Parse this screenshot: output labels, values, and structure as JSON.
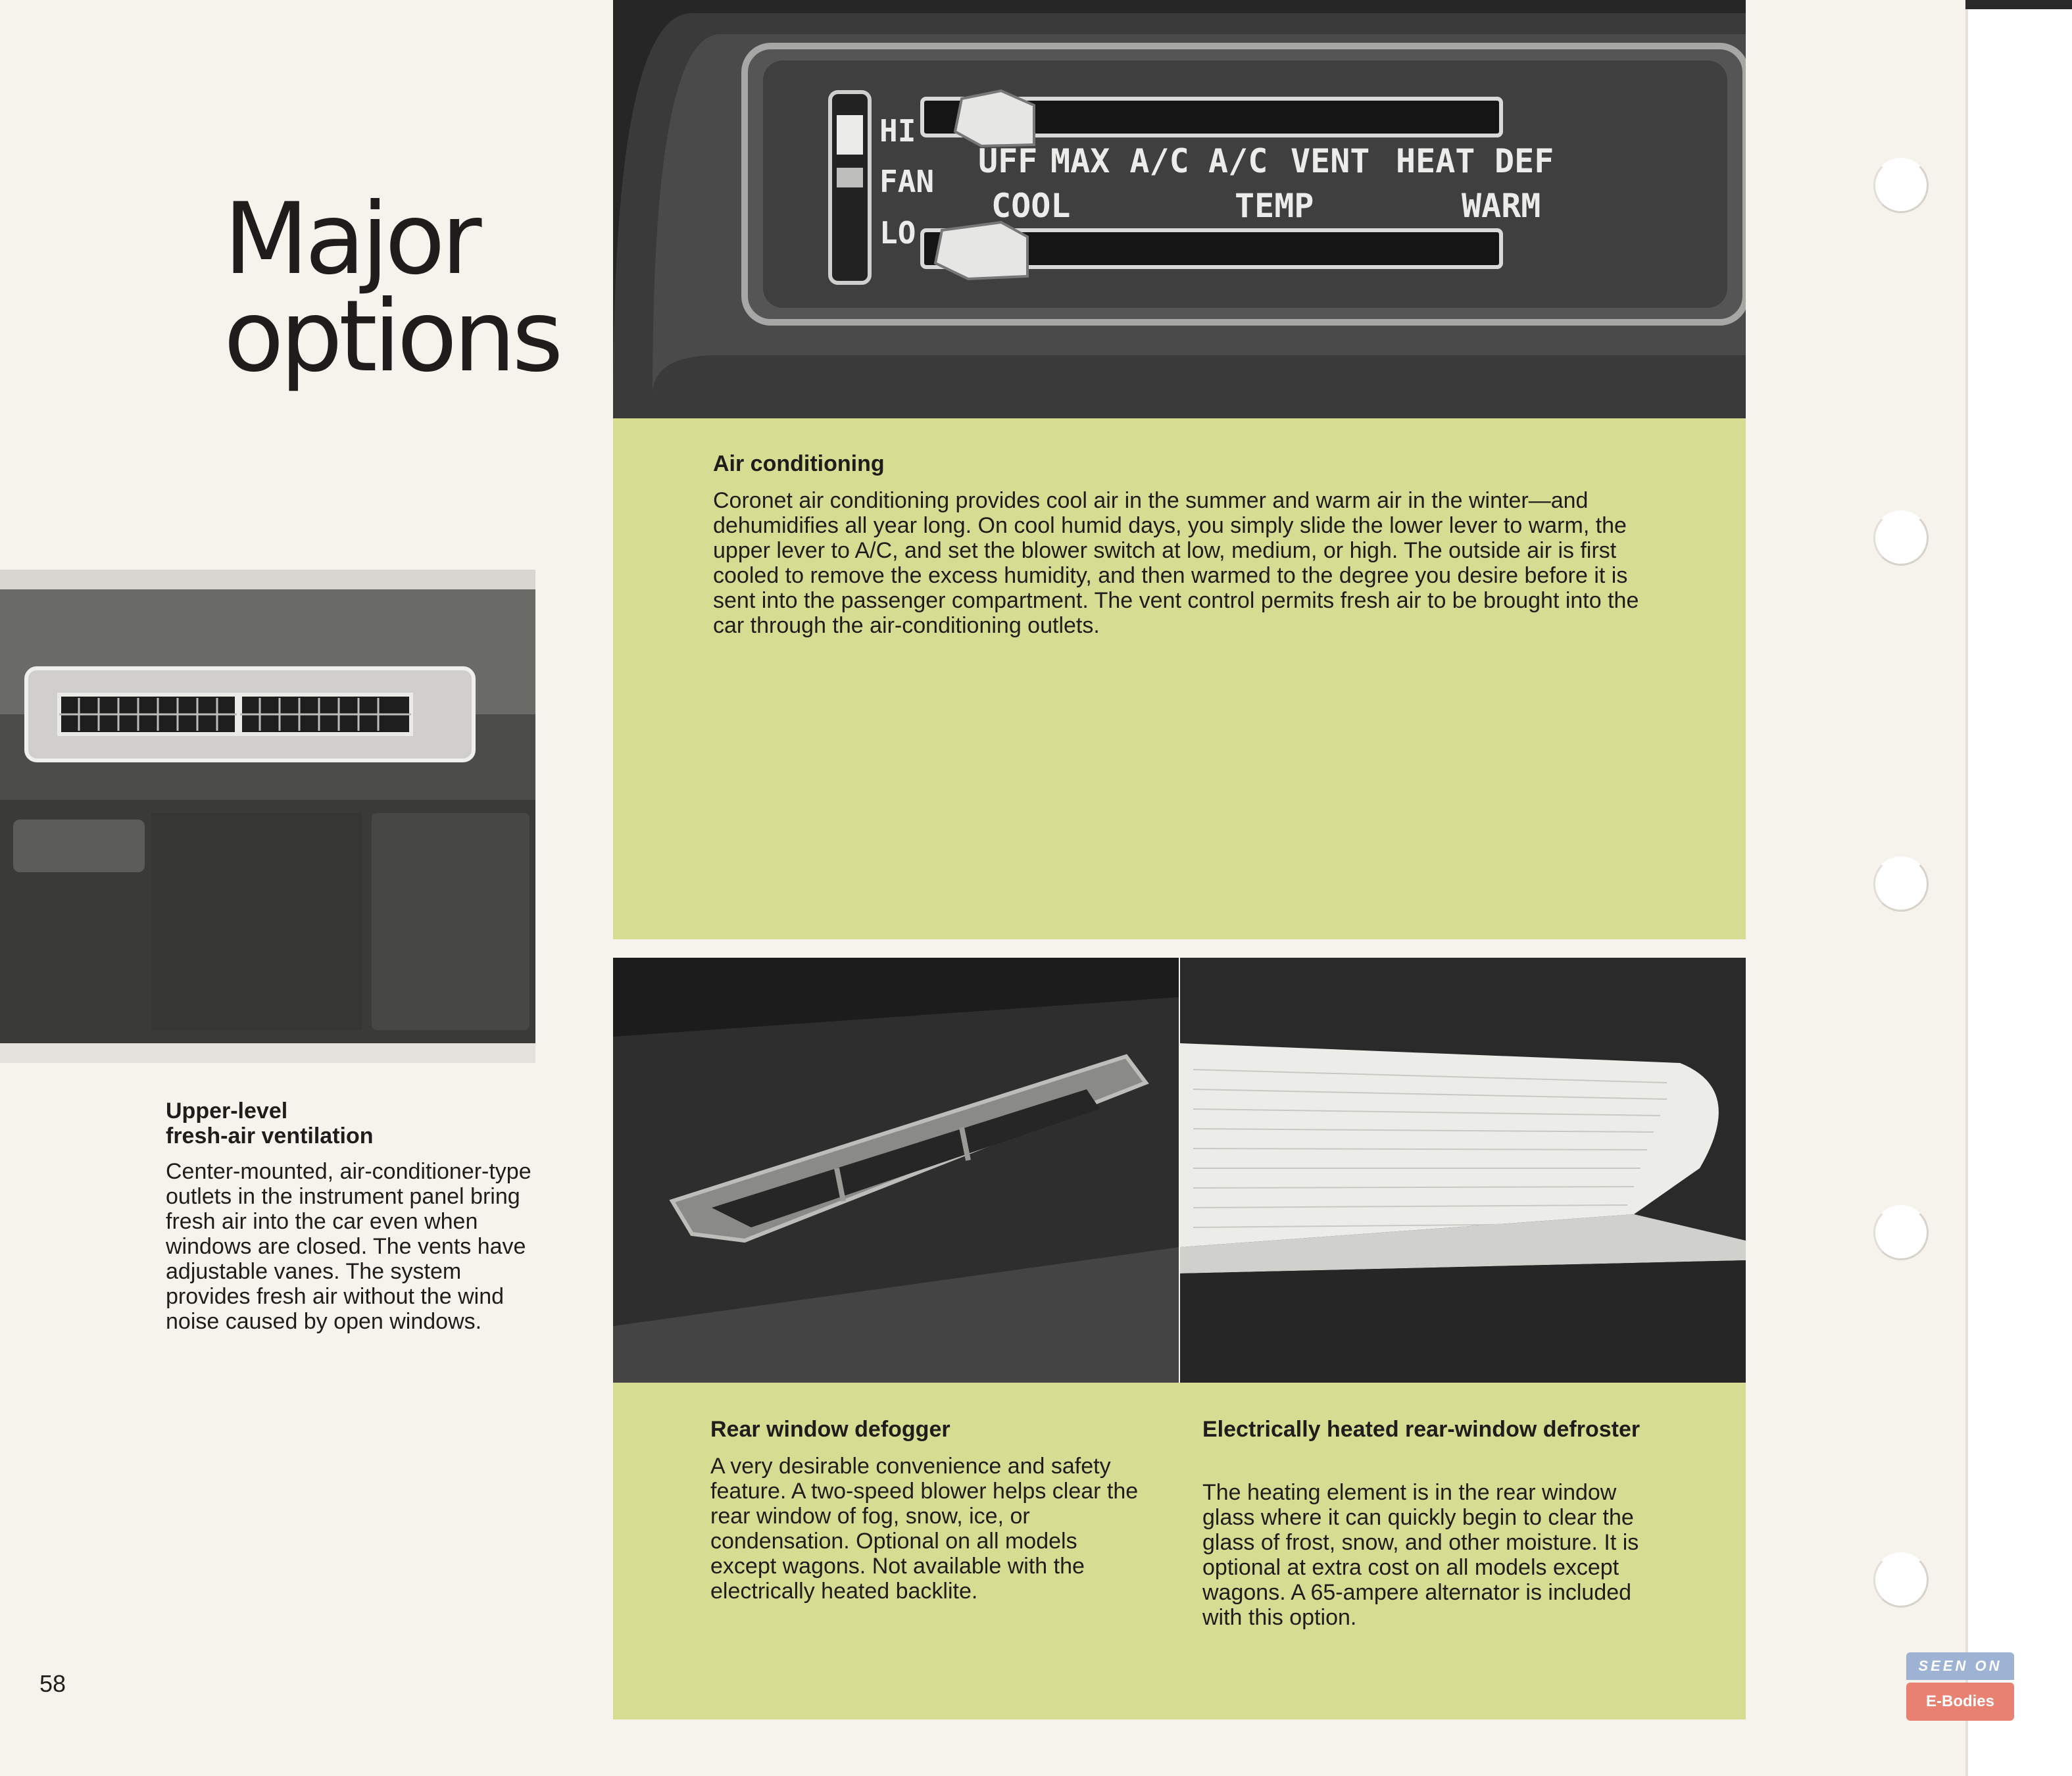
{
  "page": {
    "title_line1": "Major",
    "title_line2": "options",
    "page_number": "58"
  },
  "ac_control_labels": {
    "hi": "HI",
    "fan": "FAN",
    "lo": "LO",
    "modes": [
      "UFF",
      "MAX A/C",
      "A/C",
      "VENT",
      "HEAT",
      "DEF"
    ],
    "cool": "COOL",
    "temp": "TEMP",
    "warm": "WARM"
  },
  "air_conditioning": {
    "heading": "Air conditioning",
    "body": "Coronet air conditioning provides cool air in the summer and warm air in the winter—and dehumidifies all year long. On cool humid days, you simply slide the lower lever to warm, the upper lever to A/C, and set the blower switch at low, medium, or high. The outside air is first cooled to remove the excess humidity, and then warmed to the degree you desire before it is sent into the passenger compartment. The vent control permits fresh air to be brought into the car through the air-conditioning outlets."
  },
  "upper_level": {
    "heading_line1": "Upper-level",
    "heading_line2": "fresh-air ventilation",
    "body": "Center-mounted, air-conditioner-type outlets in the instrument panel bring fresh air into the car even when windows are closed. The vents have adjustable vanes. The system provides fresh air without the wind noise caused by open windows."
  },
  "rear_defogger": {
    "heading": "Rear window defogger",
    "body": "A very desirable convenience and safety feature. A two-speed blower helps clear the rear window of fog, snow, ice, or condensation. Optional on all models except wagons. Not available with the electrically heated backlite."
  },
  "heated_defroster": {
    "heading": "Electrically heated rear-window defroster",
    "body": "The heating element is in the rear window glass where it can quickly begin to clear the glass of frost, snow, and other moisture. It is optional at extra cost on all models except wagons. A 65-ampere alternator is included with this option."
  },
  "watermark": {
    "line1": "SEEN ON",
    "line2": "E-Bodies"
  },
  "colors": {
    "panel_green": "#d6dc91",
    "page_background": "#f6f3ec",
    "text": "#1e1d1b"
  },
  "icons": [
    "binder-hole-icon"
  ]
}
